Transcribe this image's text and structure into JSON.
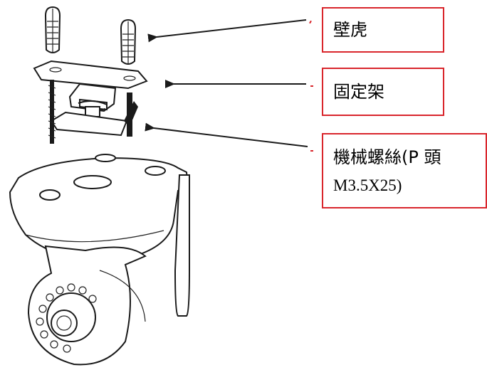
{
  "labels": {
    "wall_anchor": "壁虎",
    "bracket": "固定架",
    "screws_line1": "機械螺絲(P 頭",
    "screws_line2": "M3.5X25)"
  },
  "colors": {
    "box_border": "#d9262c",
    "line_art": "#1a1a1a"
  }
}
